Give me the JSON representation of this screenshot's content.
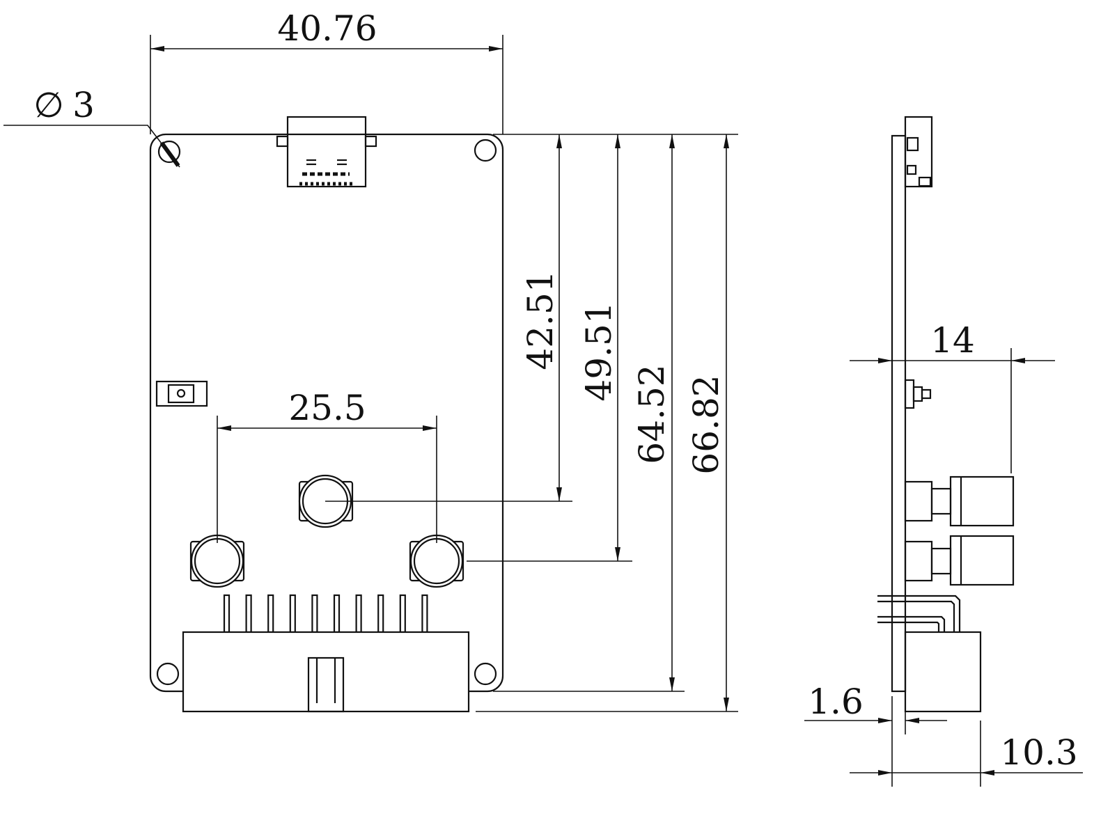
{
  "drawing": {
    "dimensions": {
      "board_width": "40.76",
      "hole_diameter_symbol": "∅",
      "hole_diameter": "3",
      "button_spacing": "25.5",
      "center_button_height": "42.51",
      "side_button_height": "49.51",
      "board_height": "64.52",
      "overall_height": "66.82",
      "button_depth": "14",
      "pcb_thickness": "1.6",
      "header_depth": "10.3"
    },
    "colors": {
      "line": "#111111",
      "background": "#ffffff"
    }
  }
}
